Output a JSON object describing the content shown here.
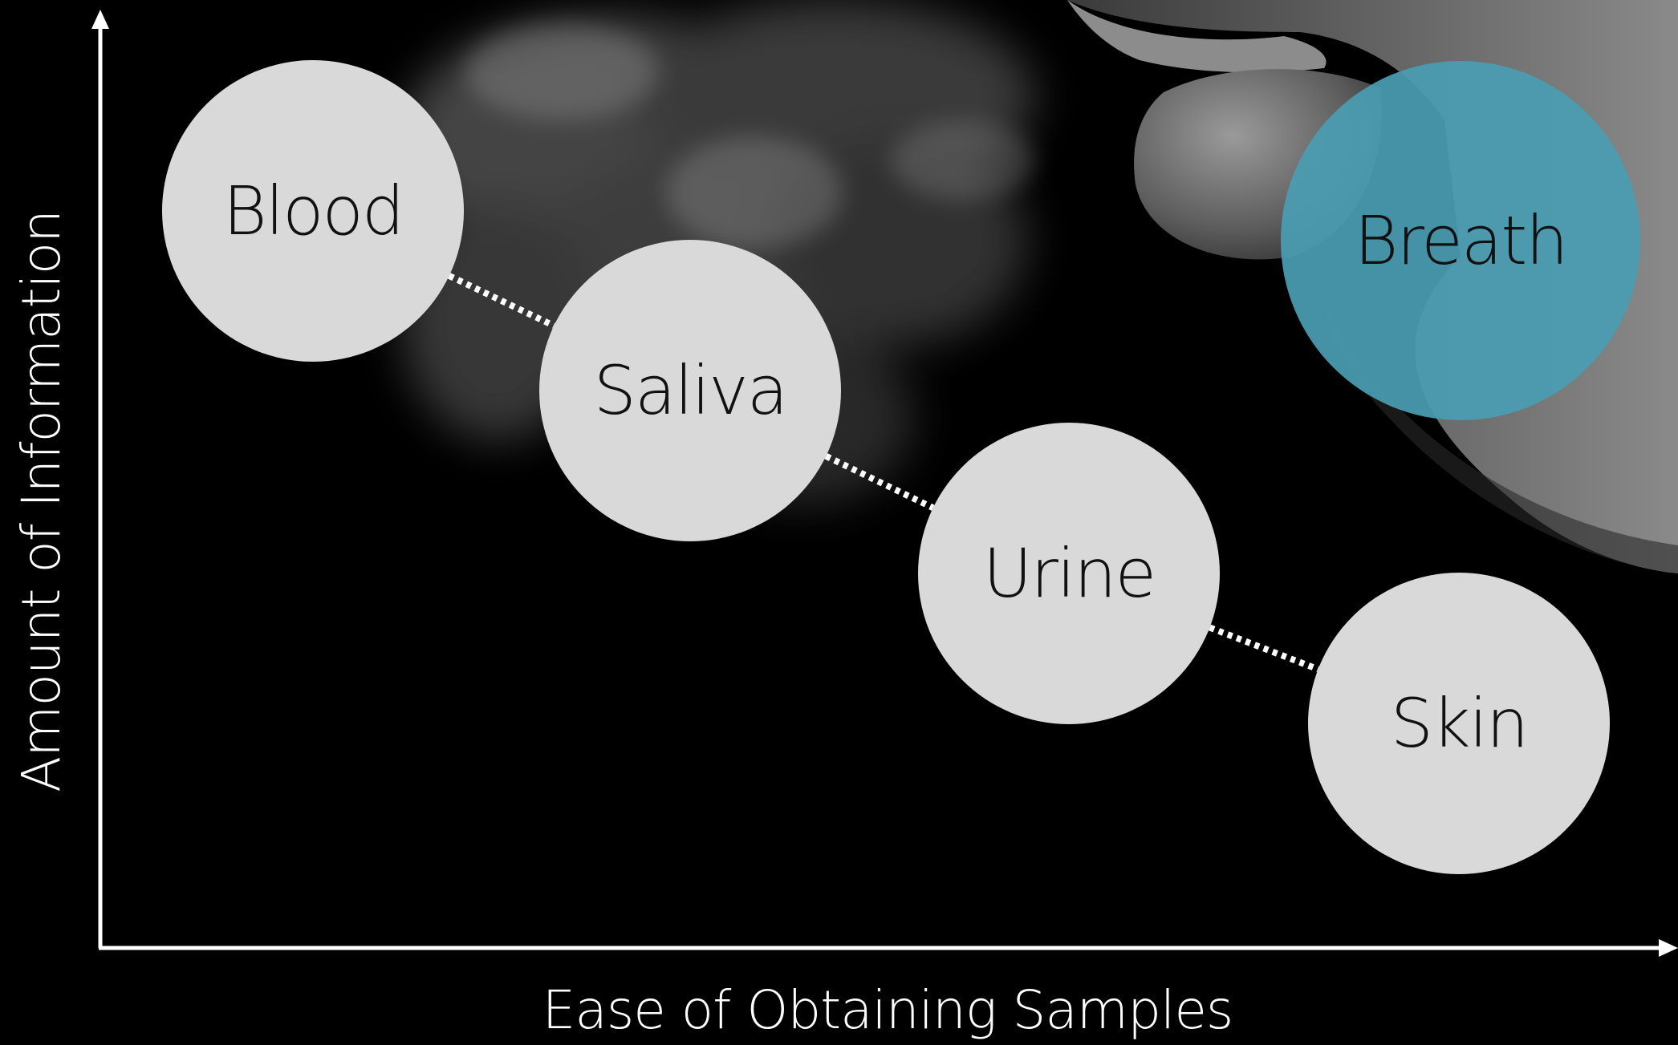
{
  "axes": {
    "x_label": "Ease of Obtaining Samples",
    "y_label": "Amount of Information"
  },
  "nodes": [
    {
      "id": "blood",
      "label": "Blood",
      "highlight": false
    },
    {
      "id": "saliva",
      "label": "Saliva",
      "highlight": false
    },
    {
      "id": "urine",
      "label": "Urine",
      "highlight": false
    },
    {
      "id": "skin",
      "label": "Skin",
      "highlight": false
    },
    {
      "id": "breath",
      "label": "Breath",
      "highlight": true
    }
  ],
  "connections": [
    [
      "blood",
      "saliva"
    ],
    [
      "saliva",
      "urine"
    ],
    [
      "urine",
      "skin"
    ]
  ],
  "colors": {
    "background": "#000000",
    "node_fill": "#d9d9d9",
    "highlight_fill": "#4a9cb2",
    "text": "#111111",
    "axis": "#ffffff",
    "connector": "#ffffff",
    "smoke": "#8a8a8a",
    "skin_tone": "#7a7a7a"
  }
}
